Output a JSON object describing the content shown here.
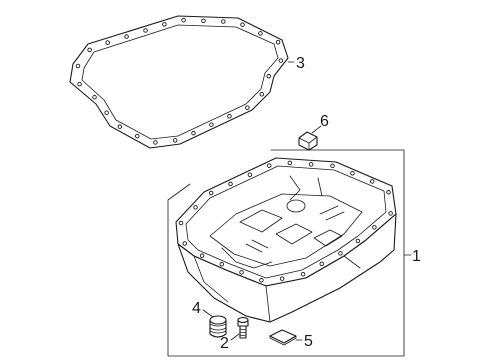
{
  "callouts": {
    "c1": "1",
    "c2": "2",
    "c3": "3",
    "c4": "4",
    "c5": "5",
    "c6": "6"
  },
  "parts": [
    {
      "callout": "1",
      "icon": "oil-pan-icon"
    },
    {
      "callout": "2",
      "icon": "drain-bolt-icon"
    },
    {
      "callout": "3",
      "icon": "pan-gasket-icon"
    },
    {
      "callout": "4",
      "icon": "drain-plug-icon"
    },
    {
      "callout": "5",
      "icon": "magnet-pad-icon"
    },
    {
      "callout": "6",
      "icon": "clip-icon"
    }
  ],
  "colors": {
    "line": "#1a1a1a",
    "background": "#ffffff"
  }
}
